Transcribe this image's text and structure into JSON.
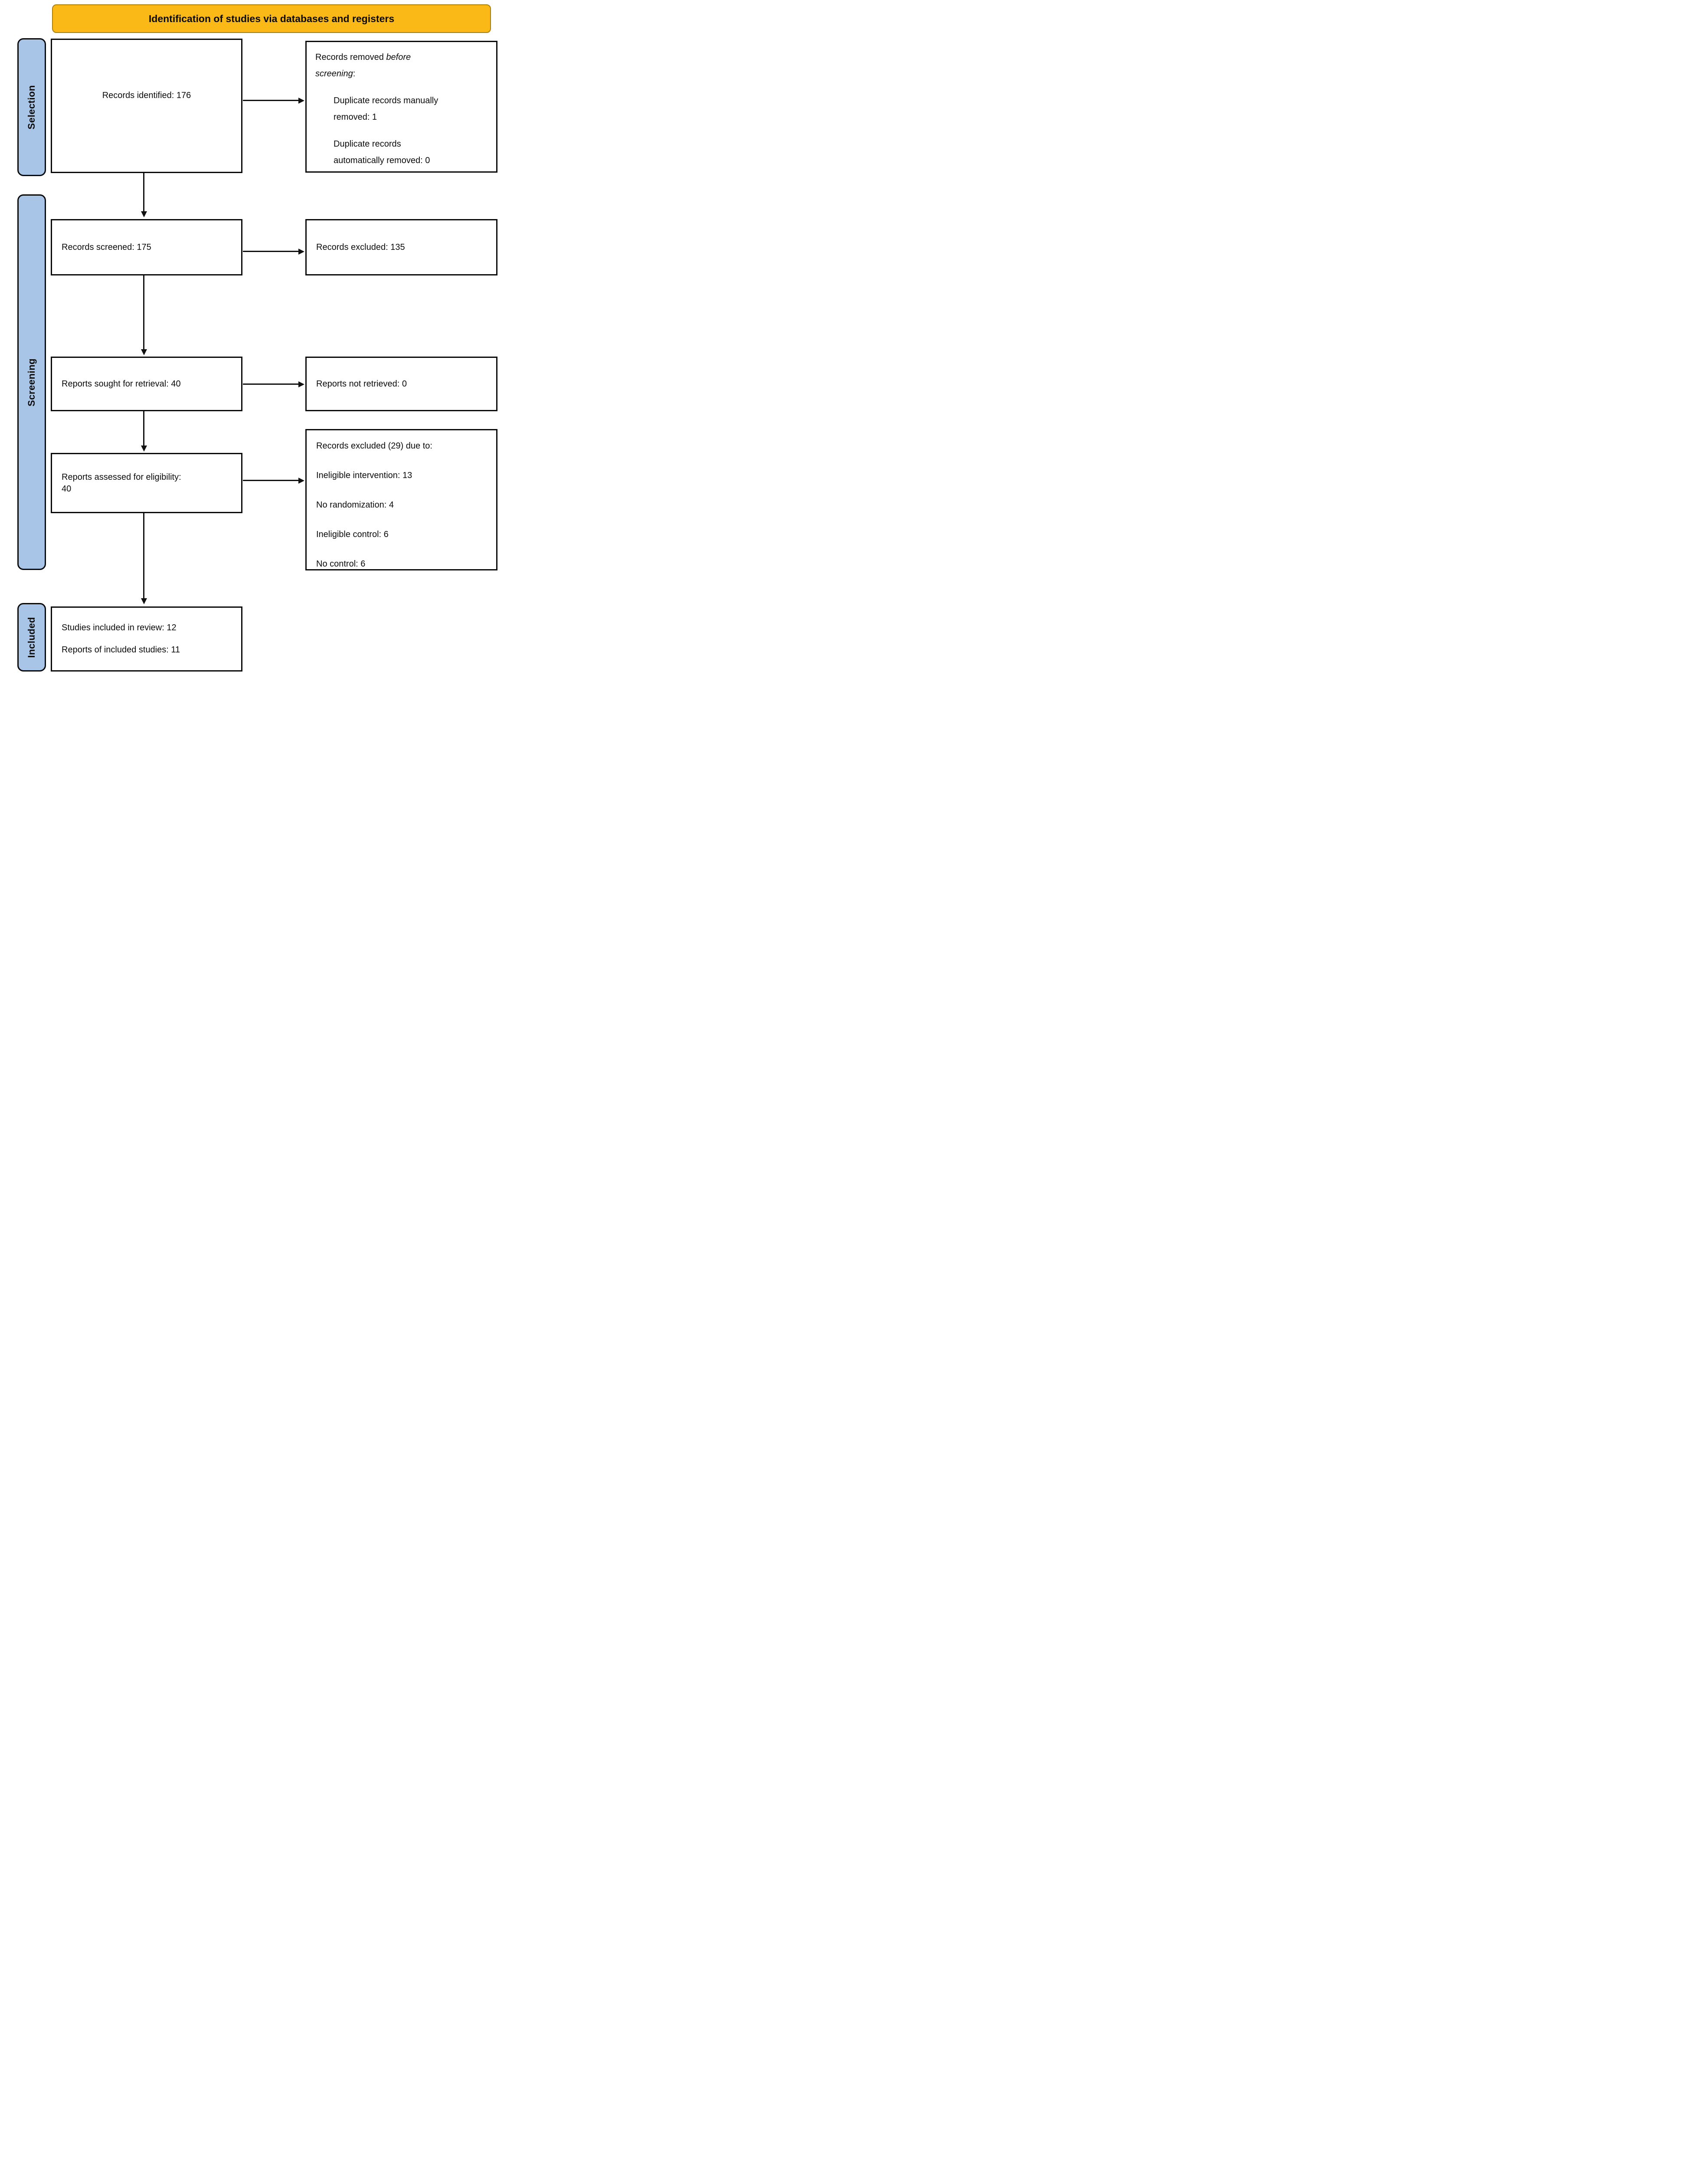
{
  "banner": {
    "title": "Identification of studies via databases and registers"
  },
  "stages": [
    {
      "label": "Selection"
    },
    {
      "label": "Screening"
    },
    {
      "label": "Included"
    }
  ],
  "nodes": {
    "identified": {
      "text": "Records identified: 176"
    },
    "removed": {
      "heading_prefix": "Records removed ",
      "heading_italic": "before screening",
      "heading_suffix": ":",
      "items": [
        "Duplicate records manually removed: 1",
        "Duplicate records automatically removed: 0"
      ]
    },
    "screened": {
      "text": "Records screened: 175"
    },
    "excluded": {
      "text": "Records excluded: 135"
    },
    "sought": {
      "text": "Reports sought for retrieval: 40"
    },
    "not_retrieved": {
      "text": "Reports not retrieved: 0"
    },
    "assessed": {
      "text": "Reports assessed for eligibility: 40"
    },
    "excluded_reasons": {
      "heading": "Records excluded (29) due to:",
      "items": [
        "Ineligible intervention: 13",
        "No randomization: 4",
        "Ineligible control: 6",
        "No control: 6"
      ]
    },
    "included": {
      "lines": [
        "Studies included in review: 12",
        "Reports of included studies: 11"
      ]
    }
  },
  "colors": {
    "banner_fill": "#FBB917",
    "banner_border": "#A9800D",
    "stage_fill": "#A8C5E8",
    "line": "#111111"
  }
}
